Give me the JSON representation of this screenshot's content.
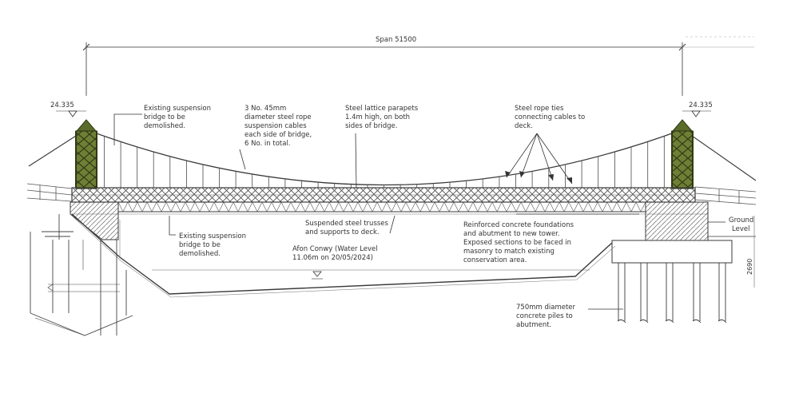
{
  "dimensions": {
    "span": "Span 51500",
    "level_left": "24.335",
    "level_right": "24.335",
    "vertical_dim": "2690"
  },
  "labels": {
    "existing_bridge_top": [
      "Existing suspension",
      "bridge to be",
      "demolished."
    ],
    "cables": [
      "3 No. 45mm",
      "diameter steel rope",
      "suspension cables",
      "each side of bridge,",
      "6 No. in total."
    ],
    "parapets": [
      "Steel lattice parapets",
      "1.4m high, on both",
      "sides of bridge."
    ],
    "rope_ties": [
      "Steel rope ties",
      "connecting cables to",
      "deck."
    ],
    "trusses": [
      "Suspended steel trusses",
      "and supports to deck."
    ],
    "existing_bridge_bottom": [
      "Existing suspension",
      "bridge to be",
      "demolished."
    ],
    "water_level": [
      "Afon Conwy (Water Level",
      "11.06m on 20/05/2024)"
    ],
    "foundations": [
      "Reinforced concrete foundations",
      "and abutment to new tower.",
      "Exposed sections to be faced in",
      "masonry to match existing",
      "conservation area."
    ],
    "ground_level": [
      "Ground",
      "Level"
    ],
    "piles": [
      "750mm diameter",
      "concrete piles to",
      "abutment."
    ]
  },
  "colors": {
    "line": "#3a3a3a",
    "tower": "#5b6b2a",
    "tower_dark": "#2f3a14",
    "lattice": "#4a4a4a"
  }
}
